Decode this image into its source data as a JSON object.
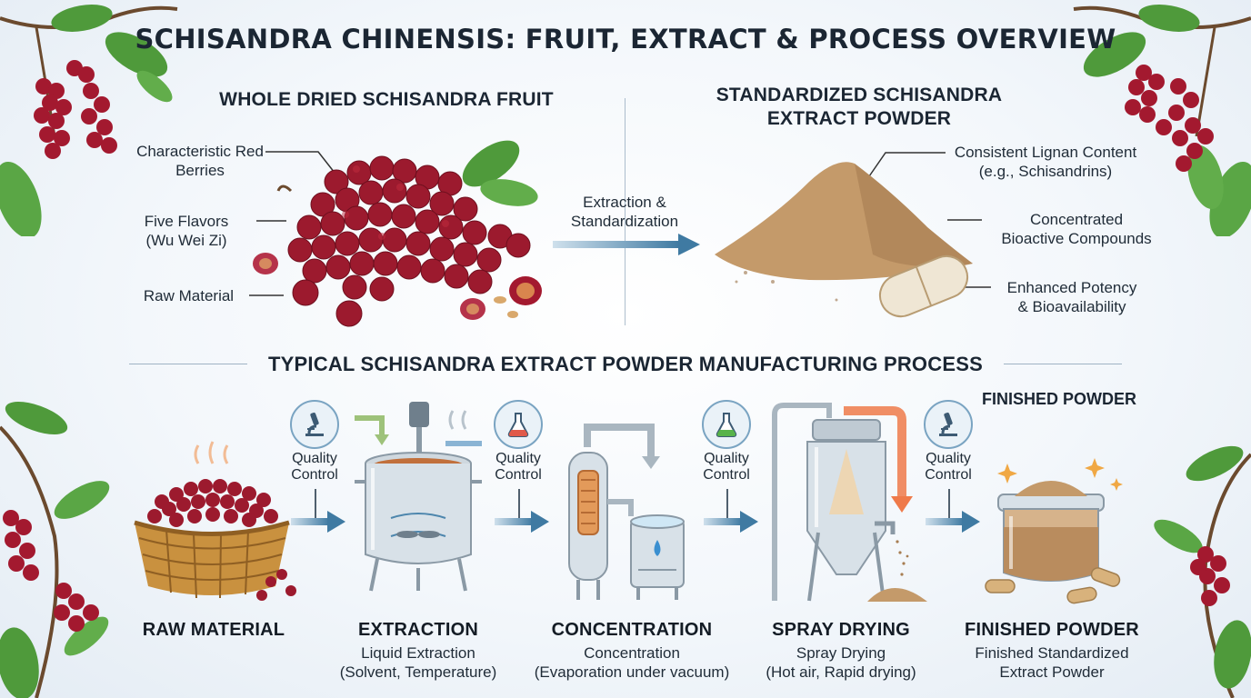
{
  "title": "SCHISANDRA CHINENSIS: FRUIT, EXTRACT & PROCESS OVERVIEW",
  "fruit": {
    "heading": "WHOLE DRIED SCHISANDRA FRUIT",
    "callouts": [
      "Characteristic Red Berries",
      "Five Flavors (Wu Wei Zi)",
      "Raw Material"
    ]
  },
  "transition": {
    "label": "Extraction & Standardization"
  },
  "extract": {
    "heading_line1": "STANDARDIZED SCHISANDRA",
    "heading_line2": "EXTRACT POWDER",
    "callouts": [
      {
        "line1": "Consistent Lignan Content",
        "line2": "(e.g., Schisandrins)"
      },
      {
        "line1": "Concentrated",
        "line2": "Bioactive Compounds"
      },
      {
        "line1": "Enhanced Potency",
        "line2": "& Bioavailability"
      }
    ]
  },
  "process": {
    "heading": "TYPICAL SCHISANDRA EXTRACT POWDER MANUFACTURING PROCESS",
    "finished_label_top": "FINISHED POWDER",
    "quality_control": {
      "line1": "Quality",
      "line2": "Control"
    },
    "steps": [
      {
        "name": "RAW MATERIAL",
        "desc1": "",
        "desc2": ""
      },
      {
        "name": "EXTRACTION",
        "desc1": "Liquid Extraction",
        "desc2": "(Solvent, Temperature)"
      },
      {
        "name": "CONCENTRATION",
        "desc1": "Concentration",
        "desc2": "(Evaporation under vacuum)"
      },
      {
        "name": "SPRAY DRYING",
        "desc1": "Spray Drying",
        "desc2": "(Hot air, Rapid drying)"
      },
      {
        "name": "FINISHED POWDER",
        "desc1": "Finished Standardized",
        "desc2": "Extract Powder"
      }
    ]
  },
  "colors": {
    "berry": "#a3192f",
    "leaf": "#4f9a3b",
    "arrow": "#4d86ad",
    "powder": "#c49a6a",
    "hot_arrow": "#ef7a4a"
  },
  "icons": [
    "microscope-icon",
    "flask-icon",
    "arrow-right-icon",
    "leaf-icon",
    "berry-icon",
    "capsule-icon",
    "sparkle-icon"
  ]
}
